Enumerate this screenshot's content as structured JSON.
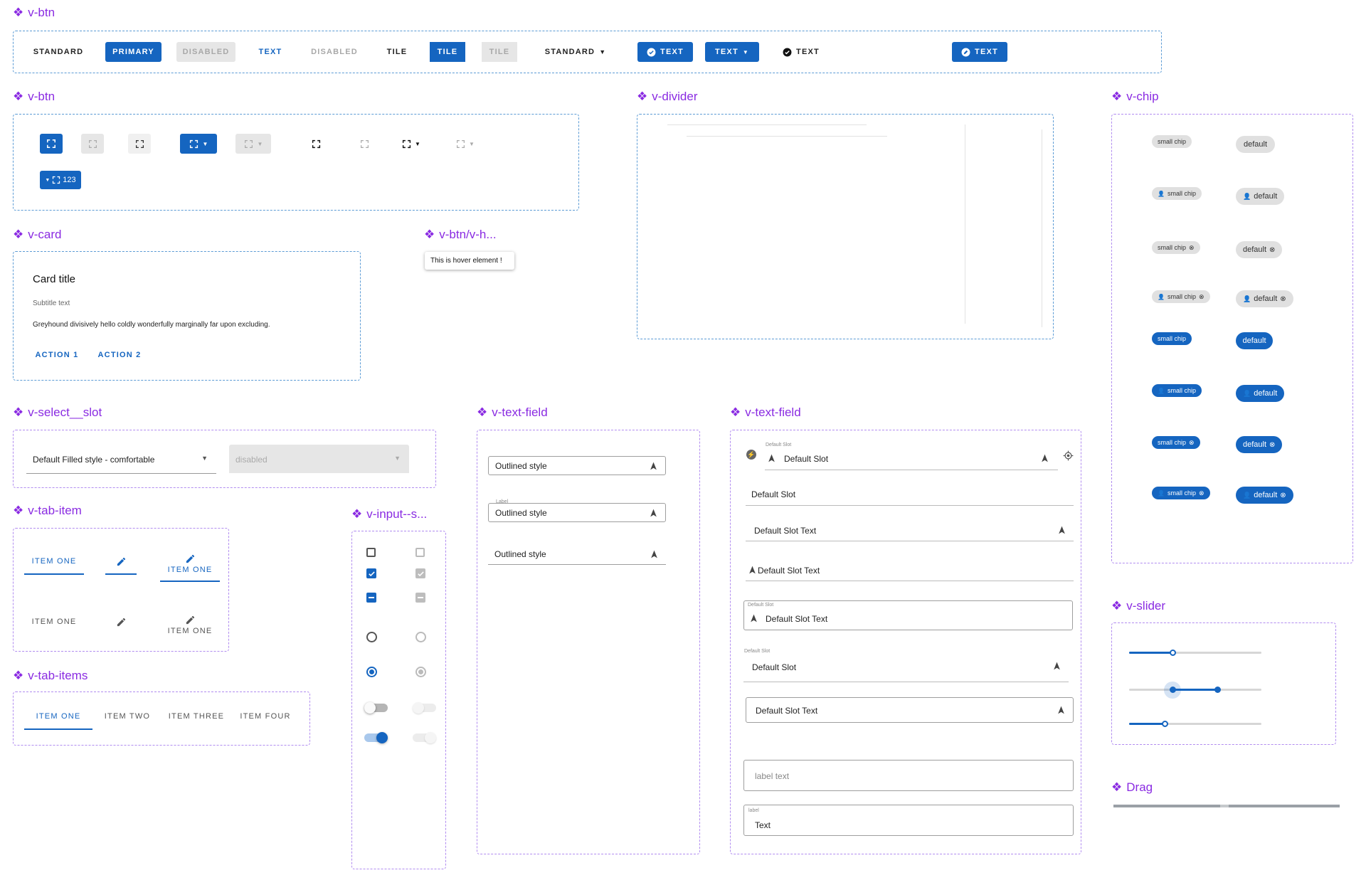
{
  "colors": {
    "accent": "#1565c0",
    "section_title": "#8a2be2",
    "frame_blue": "#5b9bd5",
    "frame_purple": "#b18cf0",
    "disabled": "#e6e6e6"
  },
  "sections": {
    "btn1": "v-btn",
    "btn2": "v-btn",
    "divider": "v-divider",
    "chip": "v-chip",
    "card": "v-card",
    "hover": "v-btn/v-h...",
    "select_slot": "v-select__slot",
    "text_field_a": "v-text-field",
    "text_field_b": "v-text-field",
    "tab_item": "v-tab-item",
    "input_s": "v-input--s...",
    "tab_items": "v-tab-items",
    "slider": "v-slider",
    "drag": "Drag"
  },
  "buttons_row": {
    "standard": "STANDARD",
    "primary": "PRIMARY",
    "disabled": "DISABLED",
    "text": "TEXT",
    "disabled_text": "DISABLED",
    "tile": "TILE",
    "tile_primary": "TILE",
    "tile_disabled": "TILE",
    "standard_menu": "STANDARD",
    "text_check_primary": "TEXT",
    "text_menu_primary": "TEXT",
    "text_check": "TEXT",
    "text_edit_primary": "TEXT"
  },
  "icon_buttons": {
    "badge_text": "123"
  },
  "card": {
    "title": "Card title",
    "subtitle": "Subtitle text",
    "body": "Greyhound divisively hello coldly wonderfully marginally far upon excluding.",
    "action1": "ACTION 1",
    "action2": "ACTION 2"
  },
  "hover": {
    "tooltip": "This is hover element !"
  },
  "chips": {
    "small": "small chip",
    "default": "default"
  },
  "select": {
    "value": "Default Filled style - comfortable",
    "disabled": "disabled"
  },
  "text_field_a": {
    "outlined1": "Outlined style",
    "label": "Label",
    "outlined2": "Outlined style",
    "outlined3": "Outlined style"
  },
  "text_field_b": {
    "slot_label": "Default Slot",
    "f1": "Default Slot",
    "f2": "Default Slot",
    "f3": "Default Slot Text",
    "f4": "Default Slot Text",
    "f5_label": "Default Slot",
    "f5": "Default Slot Text",
    "f6_label": "Default Slot",
    "f6": "Default Slot",
    "f7": "Default Slot Text",
    "f8_placeholder": "label text",
    "f9_label": "label",
    "f9": "Text"
  },
  "tab_item": {
    "item_one": "ITEM ONE"
  },
  "tab_items": {
    "tabs": [
      "ITEM ONE",
      "ITEM TWO",
      "ITEM THREE",
      "ITEM FOUR"
    ],
    "active_index": 0
  },
  "sliders": [
    {
      "value": 0.33
    },
    {
      "range": [
        0.33,
        0.67
      ]
    },
    {
      "value": 0.27
    }
  ]
}
